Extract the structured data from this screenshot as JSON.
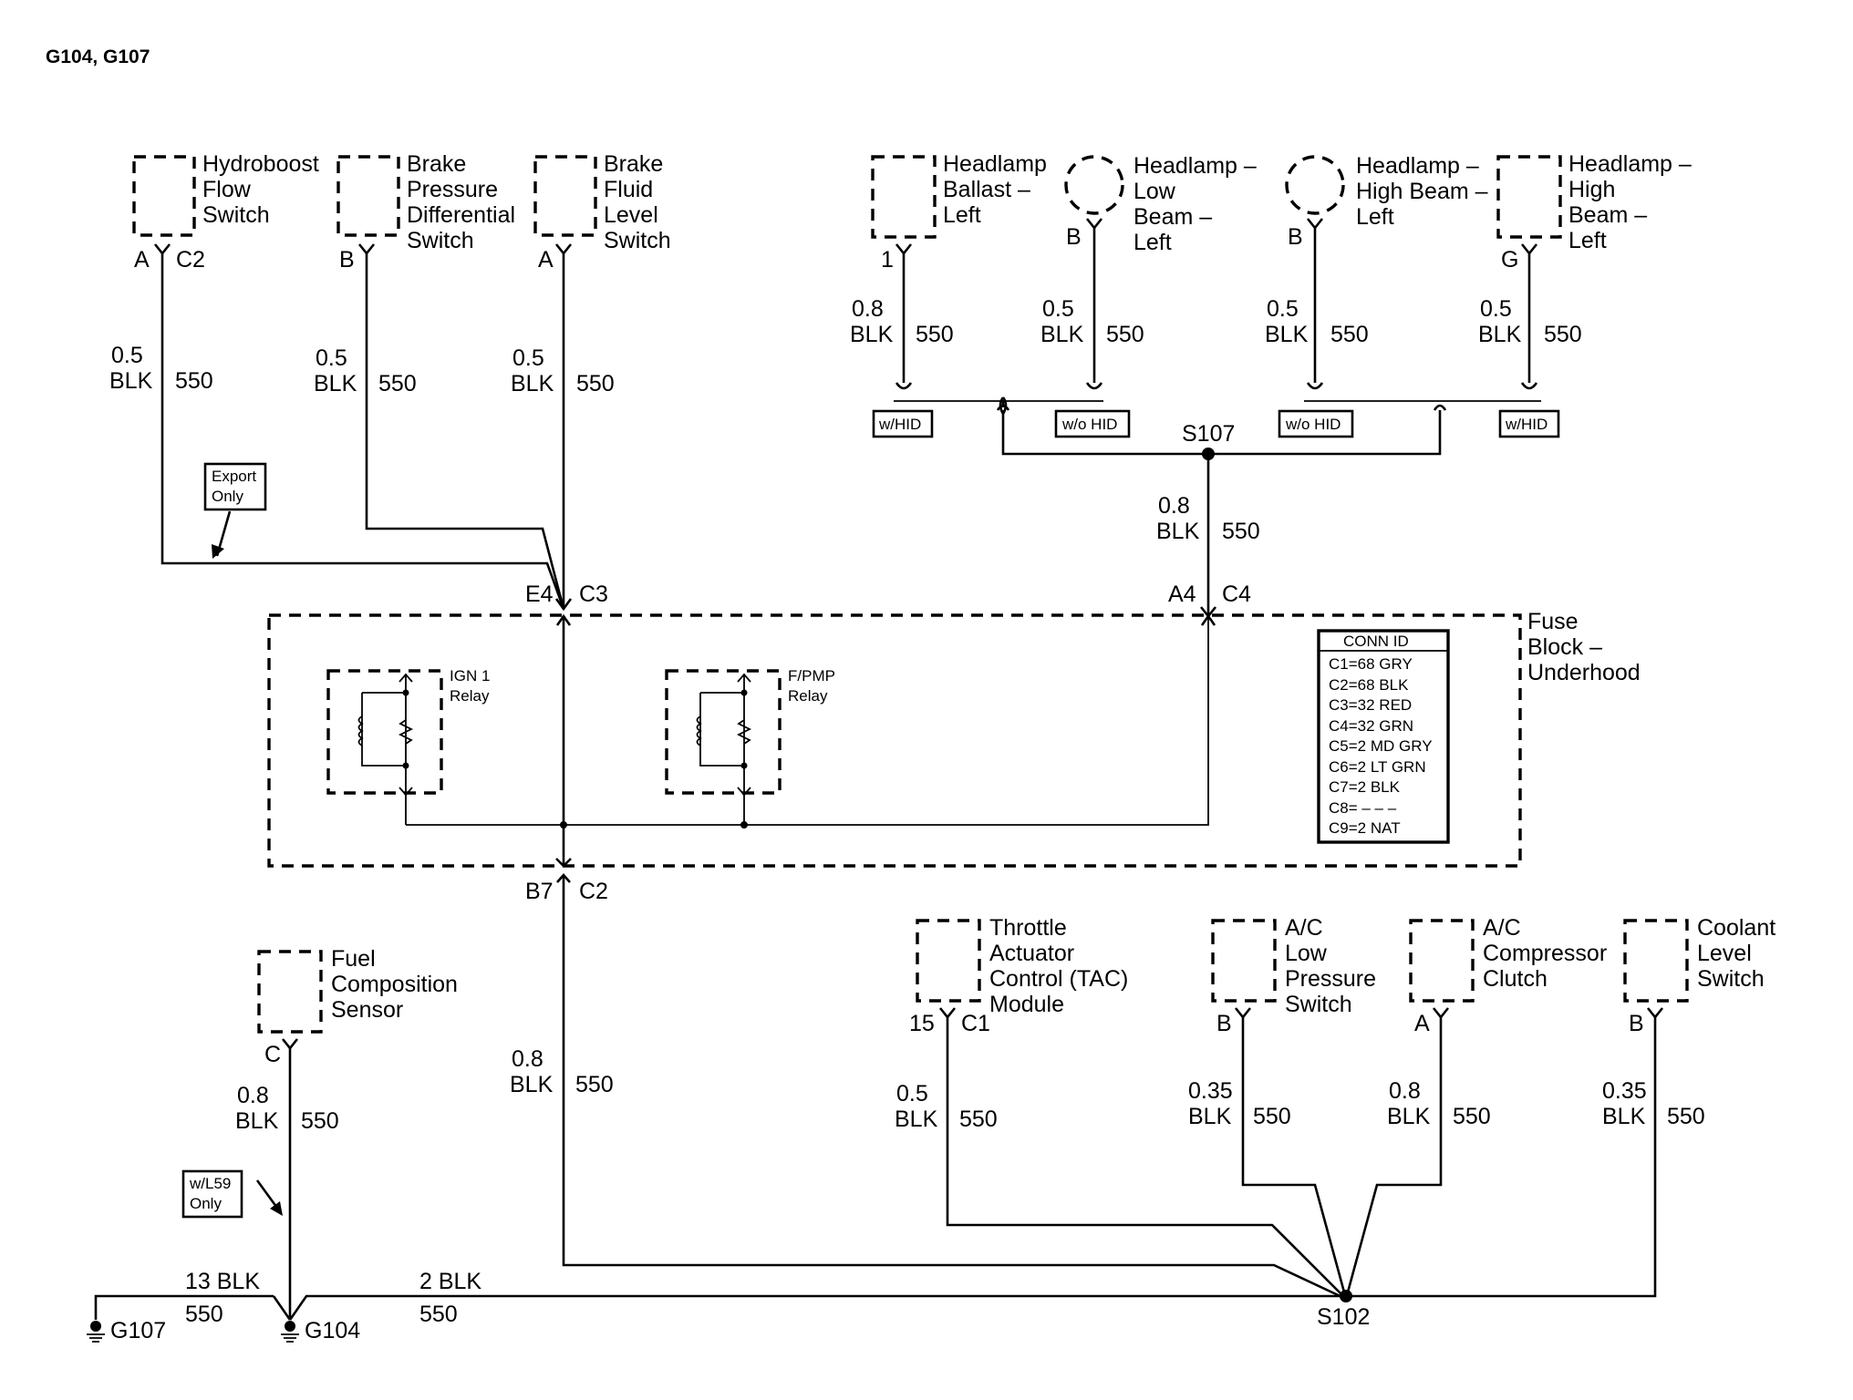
{
  "diagram": {
    "title": "G104, G107",
    "components": {
      "hydroboost": [
        "Hydroboost",
        "Flow",
        "Switch"
      ],
      "brake_pressure": [
        "Brake",
        "Pressure",
        "Differential",
        "Switch"
      ],
      "brake_fluid": [
        "Brake",
        "Fluid",
        "Level",
        "Switch"
      ],
      "headlamp_ballast": [
        "Headlamp",
        "Ballast –",
        "Left"
      ],
      "headlamp_low": [
        "Headlamp –",
        "Low",
        "Beam –",
        "Left"
      ],
      "headlamp_high_left": [
        "Headlamp –",
        "High Beam –",
        "Left"
      ],
      "headlamp_high": [
        "Headlamp –",
        "High",
        "Beam –",
        "Left"
      ],
      "fuse_block": [
        "Fuse",
        "Block –",
        "Underhood"
      ],
      "ign1_relay": [
        "IGN 1",
        "Relay"
      ],
      "fpmp_relay": [
        "F/PMP",
        "Relay"
      ],
      "fuel_comp": [
        "Fuel",
        "Composition",
        "Sensor"
      ],
      "tac": [
        "Throttle",
        "Actuator",
        "Control (TAC)",
        "Module"
      ],
      "ac_low": [
        "A/C",
        "Low",
        "Pressure",
        "Switch"
      ],
      "ac_comp": [
        "A/C",
        "Compressor",
        "Clutch"
      ],
      "coolant": [
        "Coolant",
        "Level",
        "Switch"
      ]
    },
    "pins": {
      "hydro_pin": "A",
      "hydro_conn": "C2",
      "brake_pressure_pin": "B",
      "brake_fluid_pin": "A",
      "ballast_pin": "1",
      "low_pin": "B",
      "high_left_pin": "B",
      "high_pin": "G",
      "fb_e4": "E4",
      "fb_c3": "C3",
      "fb_a4": "A4",
      "fb_c4": "C4",
      "fb_b7": "B7",
      "fb_c2": "C2",
      "fuel_pin": "C",
      "tac_pin": "15",
      "tac_conn": "C1",
      "ac_low_pin": "B",
      "ac_comp_pin": "A",
      "coolant_pin": "B"
    },
    "wires": {
      "hydro": [
        "0.5",
        "BLK",
        "550"
      ],
      "brake_pressure": [
        "0.5",
        "BLK",
        "550"
      ],
      "brake_fluid": [
        "0.5",
        "BLK",
        "550"
      ],
      "ballast": [
        "0.8",
        "BLK",
        "550"
      ],
      "low": [
        "0.5",
        "BLK",
        "550"
      ],
      "high_left": [
        "0.5",
        "BLK",
        "550"
      ],
      "high": [
        "0.5",
        "BLK",
        "550"
      ],
      "s107_down": [
        "0.8",
        "BLK",
        "550"
      ],
      "fuse_down": [
        "0.8",
        "BLK",
        "550"
      ],
      "fuel": [
        "0.8",
        "BLK",
        "550"
      ],
      "tac": [
        "0.5",
        "BLK",
        "550"
      ],
      "ac_low": [
        "0.35",
        "BLK",
        "550"
      ],
      "ac_comp": [
        "0.8",
        "BLK",
        "550"
      ],
      "coolant": [
        "0.35",
        "BLK",
        "550"
      ],
      "g107_size": "13 BLK",
      "g107_circuit": "550",
      "g104_size": "2 BLK",
      "g104_circuit": "550"
    },
    "options": {
      "export_only": [
        "Export",
        "Only"
      ],
      "w_hid": "w/HID",
      "wo_hid": "w/o HID",
      "wl59_only": [
        "w/L59",
        "Only"
      ]
    },
    "splices": {
      "s107": "S107",
      "s102": "S102"
    },
    "grounds": {
      "g107": "G107",
      "g104": "G104"
    },
    "conn_id": {
      "header": "CONN ID",
      "rows": [
        "C1=68 GRY",
        "C2=68 BLK",
        "C3=32 RED",
        "C4=32 GRN",
        "C5=2 MD GRY",
        "C6=2 LT GRN",
        "C7=2 BLK",
        "C8= – – –",
        "C9=2 NAT"
      ]
    }
  }
}
